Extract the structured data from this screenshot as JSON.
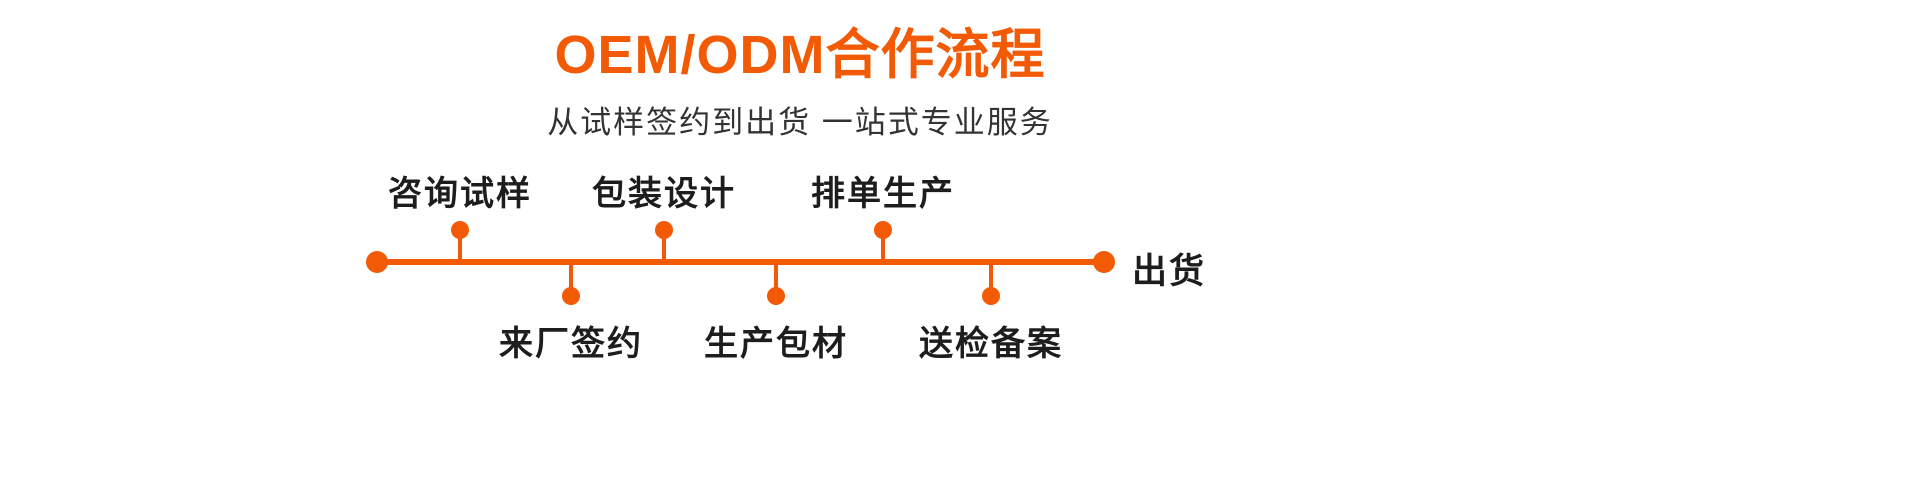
{
  "header": {
    "title": "OEM/ODM合作流程",
    "subtitle": "从试样签约到出货 一站式专业服务"
  },
  "timeline": {
    "top_steps": [
      {
        "label": "咨询试样"
      },
      {
        "label": "包装设计"
      },
      {
        "label": "排单生产"
      }
    ],
    "bottom_steps": [
      {
        "label": "来厂签约"
      },
      {
        "label": "生产包材"
      },
      {
        "label": "送检备案"
      }
    ],
    "end_label": "出货"
  },
  "colors": {
    "accent": "#f25a05",
    "text": "#1d1d1d",
    "subtitle": "#333333"
  }
}
